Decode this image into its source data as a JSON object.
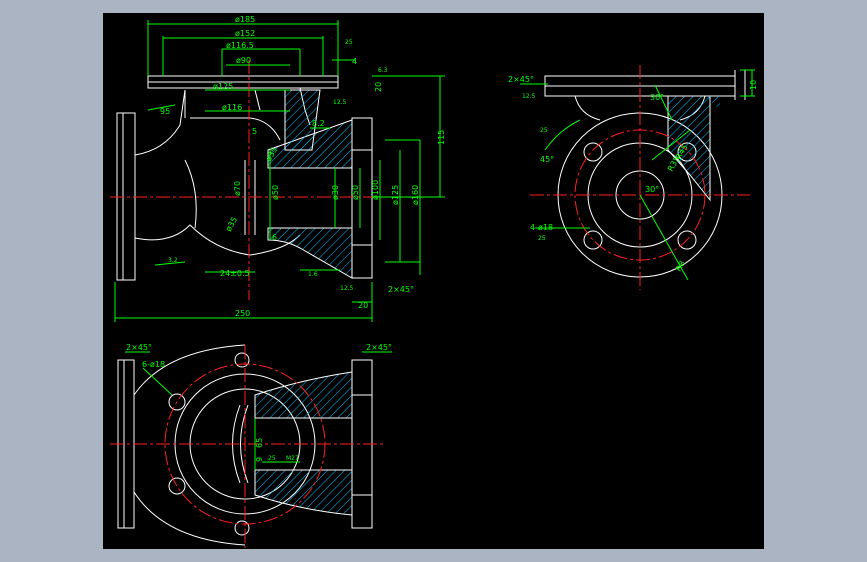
{
  "colors": {
    "background": "#aab4c2",
    "sheet": "#000000",
    "outline": "#ffffff",
    "dimension": "#00ff00",
    "centerline": "#ff2020",
    "hatch": "#00bfff",
    "phantom": "#ff00ff"
  },
  "front_view": {
    "dims": [
      "ø185",
      "ø152",
      "ø116.5",
      "ø90",
      "ø125",
      "ø116",
      "ø70",
      "ø50",
      "ø30",
      "ø50",
      "ø100",
      "ø125",
      "ø160",
      "ø35",
      "ø35"
    ],
    "linear": [
      "4",
      "20",
      "115",
      "250",
      "20",
      "24±0.5",
      "6",
      "8.2",
      "5",
      "95",
      "2×45°"
    ],
    "roughness": [
      "25",
      "6.3",
      "12.5",
      "3.2",
      "1.6",
      "12.5"
    ]
  },
  "side_view": {
    "dims": [
      "2×45°",
      "10",
      "30°",
      "45°",
      "4-ø18",
      "30°",
      "R35",
      "R45",
      "R8"
    ],
    "roughness": [
      "12.5",
      "25",
      "25"
    ]
  },
  "top_view": {
    "dims": [
      "2×45°",
      "6-ø18",
      "65",
      "9",
      "2×45°",
      "M27"
    ],
    "roughness": [
      "25"
    ]
  }
}
